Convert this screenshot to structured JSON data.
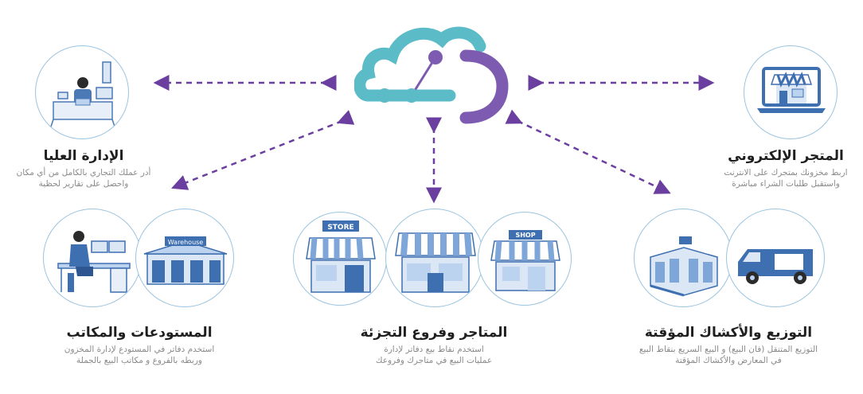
{
  "hub": {
    "icon": "cloud-network-icon"
  },
  "nodes": {
    "management": {
      "title": "الإدارة العليا",
      "desc1": "أدر عملك التجاري بالكامل من أي مكان",
      "desc2": "واحصل على تقارير لحظية"
    },
    "ecommerce": {
      "title": "المتجر الإلكتروني",
      "desc1": "اربط مخزونك بمتجرك على الانترنت",
      "desc2": "واستقبل طلبات الشراء مباشرة"
    },
    "warehouses": {
      "title": "المستودعات والمكاتب",
      "desc1": "استخدم دفاتر في المستودع لإدارة المخزون",
      "desc2": "وربطه بالفروع و مكاتب البيع بالجملة",
      "badge": "Warehouse"
    },
    "retail": {
      "title": "المتاجر وفروع التجزئة",
      "desc1": "استخدم نقاط بيع دفاتر لإدارة",
      "desc2": "عمليات البيع في متاجرك وفروعك",
      "store_sign": "STORE",
      "shop_sign": "SHOP"
    },
    "distribution": {
      "title": "التوزيع والأكشاك المؤقتة",
      "desc1": "التوزيع المتنقل (فان البيع) و البيع السريع بنقاط البيع",
      "desc2": "في المعارض والأكشاك المؤقتة"
    }
  },
  "colors": {
    "arrow": "#6b3fa0",
    "cloud_teal": "#5bbcc8",
    "cloud_purple": "#7d5bb0",
    "circle_border": "#9cc4e0",
    "illustration_blue": "#7ea6d8"
  }
}
